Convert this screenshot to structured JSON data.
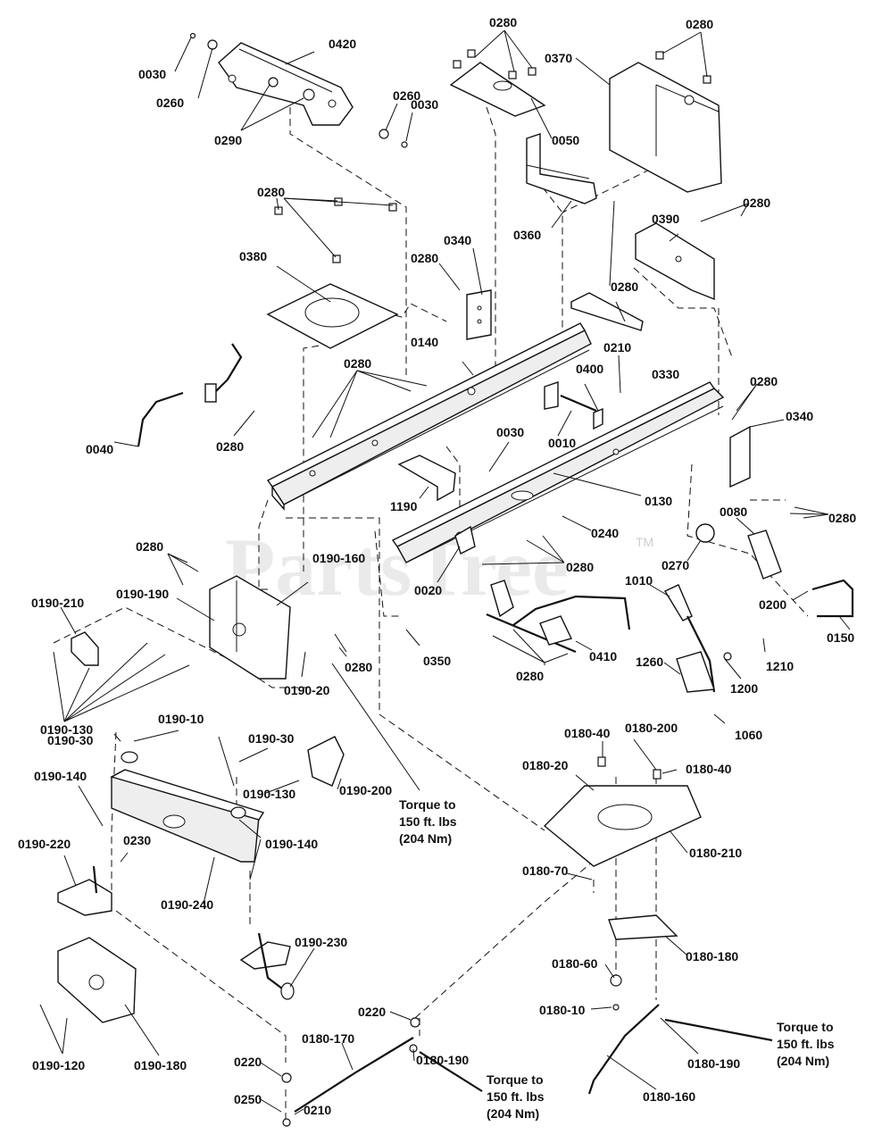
{
  "watermark": {
    "text": "PartsTree",
    "trademark": "TM"
  },
  "callouts": [
    "0030",
    "0260",
    "0420",
    "0290",
    "0260",
    "0030",
    "0280",
    "0050",
    "0280",
    "0370",
    "0360",
    "0280",
    "0380",
    "0340",
    "0280",
    "0390",
    "0280",
    "0280",
    "0330",
    "0140",
    "0280",
    "0040",
    "0280",
    "0210",
    "0400",
    "0010",
    "0280",
    "0340",
    "0030",
    "1190",
    "0130",
    "0280",
    "0240",
    "0280",
    "0080",
    "0020",
    "0270",
    "1010",
    "0200",
    "0150",
    "0280",
    "0190-160",
    "0190-210",
    "0190-190",
    "0190-130",
    "0280",
    "0190-20",
    "0350",
    "0410",
    "0280",
    "1260",
    "1200",
    "1210",
    "1060",
    "0190-30",
    "0190-10",
    "0190-30",
    "0180-40",
    "0180-200",
    "0180-20",
    "0180-40",
    "0190-140",
    "0190-130",
    "0190-200",
    "0190-140",
    "0190-220",
    "0230",
    "0190-240",
    "0180-210",
    "0180-70",
    "0190-230",
    "0180-180",
    "0180-60",
    "0180-10",
    "0220",
    "0180-170",
    "0190-120",
    "0190-180",
    "0220",
    "0180-190",
    "0250",
    "0210",
    "0180-190",
    "0180-160"
  ],
  "notes": [
    {
      "lines": [
        "Torque to",
        "150 ft. lbs",
        "(204 Nm)"
      ]
    },
    {
      "lines": [
        "Torque to",
        "150 ft. lbs",
        "(204 Nm)"
      ]
    },
    {
      "lines": [
        "Torque to",
        "150 ft. lbs",
        "(204 Nm)"
      ]
    }
  ]
}
